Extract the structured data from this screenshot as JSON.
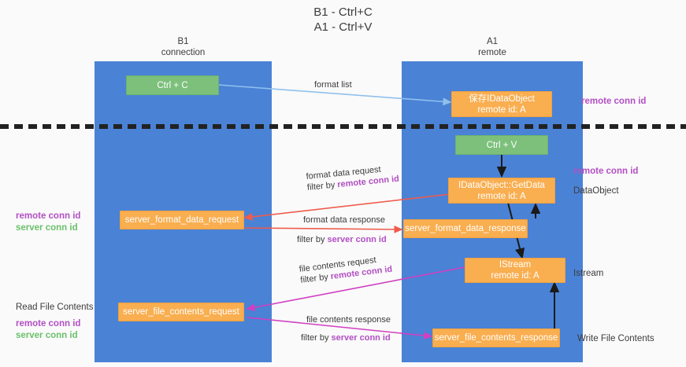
{
  "title": {
    "line1": "B1 - Ctrl+C",
    "line2": "A1 - Ctrl+V"
  },
  "columns": [
    {
      "id": "b1",
      "name": "B1",
      "subtitle": "connection"
    },
    {
      "id": "a1",
      "name": "A1",
      "subtitle": "remote"
    }
  ],
  "nodes": {
    "ctrl_c": {
      "label": "Ctrl + C",
      "color": "#7cc07c"
    },
    "idataobject": {
      "line1": "保存IDataObject",
      "line2": "remote id: A",
      "color": "#f9ae50"
    },
    "ctrl_v": {
      "label": "Ctrl + V",
      "color": "#7cc07c"
    },
    "getdata": {
      "line1": "IDataObject::GetData",
      "line2": "remote id: A",
      "color": "#f9ae50"
    },
    "fmt_req": {
      "label": "server_format_data_request",
      "color": "#f9ae50"
    },
    "fmt_resp": {
      "label": "server_format_data_response",
      "color": "#f9ae50"
    },
    "istream": {
      "line1": "IStream",
      "line2": "remote id: A",
      "color": "#f9ae50"
    },
    "file_req": {
      "label": "server_file_contents_request",
      "color": "#f9ae50"
    },
    "file_resp": {
      "label": "server_file_contents_response",
      "color": "#f9ae50"
    }
  },
  "edge_labels": {
    "format_list": "format list",
    "format_data_request": "format data request",
    "format_data_request_filter_prefix": "filter by ",
    "format_data_request_filter_key": "remote conn id",
    "format_data_response": "format data response",
    "format_data_response_filter_prefix": "filter by ",
    "format_data_response_filter_key": "server conn id",
    "file_contents_request": "file contents request",
    "file_contents_request_filter_prefix": "filter by ",
    "file_contents_request_filter_key": "remote conn id",
    "file_contents_response": "file contents response",
    "file_contents_response_filter_prefix": "filter by ",
    "file_contents_response_filter_key": "server conn id"
  },
  "right_annotations": [
    {
      "id": "remote-conn-id-top",
      "text": "remote conn id",
      "color": "#b24fc4",
      "bold": true
    },
    {
      "id": "remote-conn-id-middle",
      "text": "remote conn id",
      "color": "#b24fc4",
      "bold": true
    },
    {
      "id": "dataobject",
      "text": "DataObject",
      "color": "#3c3c3c",
      "bold": false
    },
    {
      "id": "istream",
      "text": "Istream",
      "color": "#3c3c3c",
      "bold": false
    },
    {
      "id": "write-file-contents",
      "text": "Write File Contents",
      "color": "#3c3c3c",
      "bold": false
    }
  ],
  "left_annotations": {
    "group1": {
      "remote": "remote conn id",
      "server": "server conn id"
    },
    "group2": {
      "heading": "Read File Contents",
      "remote": "remote conn id",
      "server": "server conn id"
    }
  },
  "colors": {
    "lane": "#4a82d6",
    "orange": "#f9ae50",
    "green": "#7cc07c",
    "purple": "#b24fc4",
    "green_text": "#6ac06a",
    "arrow_blue": "#8fc0ec",
    "arrow_red": "#ef5b4c",
    "arrow_pink": "#d13fc0",
    "arrow_black": "#1a1a1a",
    "background": "#fafafa"
  }
}
